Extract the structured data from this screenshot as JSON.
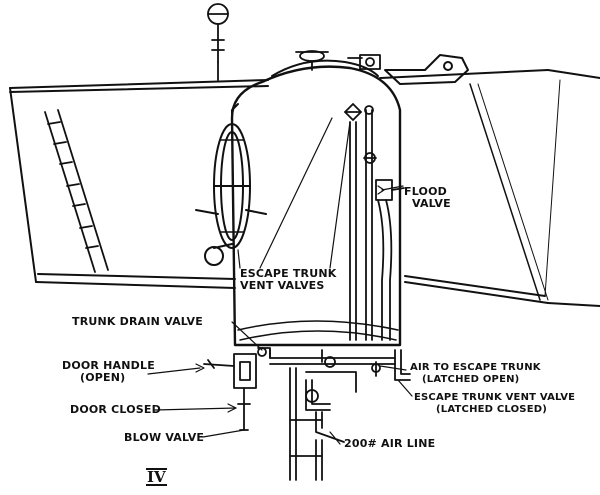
{
  "figure_number": "IV",
  "labels": {
    "flood_valve": [
      "FLOOD",
      "VALVE"
    ],
    "escape_trunk_vent_valves": [
      "ESCAPE TRUNK",
      "VENT VALVES"
    ],
    "trunk_drain_valve": "TRUNK DRAIN VALVE",
    "door_handle": [
      "DOOR HANDLE",
      "(OPEN)"
    ],
    "door_closed": "DOOR CLOSED",
    "blow_valve": "BLOW VALVE",
    "air_line": "200# AIR LINE",
    "air_to_escape_trunk": [
      "AIR TO ESCAPE TRUNK",
      "(LATCHED OPEN)"
    ],
    "escape_trunk_vent_valve": [
      "ESCAPE TRUNK VENT VALVE",
      "(LATCHED CLOSED)"
    ]
  }
}
